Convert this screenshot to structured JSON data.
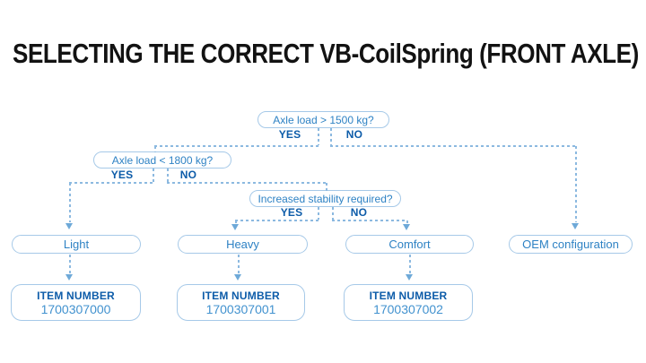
{
  "title": "SELECTING THE CORRECT VB-CoilSpring (FRONT AXLE)",
  "colors": {
    "title_text": "#121212",
    "node_border": "#a6c9e8",
    "node_text": "#2e82c4",
    "bold_label_text": "#0d5ca9",
    "item_number_text": "#4292cf",
    "line": "#8cb9e0",
    "arrow": "#6ea9d8"
  },
  "flowchart": {
    "decisions": [
      {
        "question": "Axle load > 1500 kg?",
        "yes": "YES",
        "no": "NO"
      },
      {
        "question": "Axle load < 1800 kg?",
        "yes": "YES",
        "no": "NO"
      },
      {
        "question": "Increased stability required?",
        "yes": "YES",
        "no": "NO"
      }
    ],
    "results": [
      {
        "label": "Light"
      },
      {
        "label": "Heavy"
      },
      {
        "label": "Comfort"
      },
      {
        "label": "OEM configuration"
      }
    ],
    "items": [
      {
        "label": "ITEM NUMBER",
        "number": "1700307000"
      },
      {
        "label": "ITEM NUMBER",
        "number": "1700307001"
      },
      {
        "label": "ITEM NUMBER",
        "number": "1700307002"
      }
    ]
  }
}
